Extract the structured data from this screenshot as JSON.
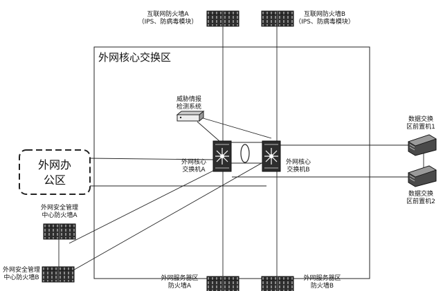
{
  "zone": {
    "title": "外网核心交换区"
  },
  "office": {
    "line1": "外网办",
    "line2": "公区"
  },
  "nodes": {
    "fw_internet_a": {
      "line1": "互联网防火墙A",
      "line2": "（IPS、防病毒模块）"
    },
    "fw_internet_b": {
      "line1": "互联网防火墙B",
      "line2": "（IPS、防病毒模块）"
    },
    "threat_intel": {
      "line1": "威胁情报",
      "line2": "检测系统"
    },
    "core_switch_a": {
      "line1": "外网核心",
      "line2": "交换机A"
    },
    "core_switch_b": {
      "line1": "外网核心",
      "line2": "交换机B"
    },
    "data_exchange_1": {
      "line1": "数据交换",
      "line2": "区前置机1"
    },
    "data_exchange_2": {
      "line1": "数据交换",
      "line2": "区前置机2"
    },
    "sec_mgmt_fw_a": {
      "line1": "外网安全管理",
      "line2": "中心防火墙A"
    },
    "sec_mgmt_fw_b": {
      "line1": "外网安全管理",
      "line2": "中心防火墙B"
    },
    "server_fw_a": {
      "line1": "外网服务器区",
      "line2": "防火墙A"
    },
    "server_fw_b": {
      "line1": "外网服务器区",
      "line2": "防火墙B"
    }
  },
  "colors": {
    "line": "#222222",
    "device_fill": "#3a3a3a",
    "background": "#ffffff"
  },
  "icons": {
    "firewall": "firewall-icon",
    "switch": "core-switch-icon",
    "server": "server-icon",
    "detector": "threat-detector-icon"
  }
}
